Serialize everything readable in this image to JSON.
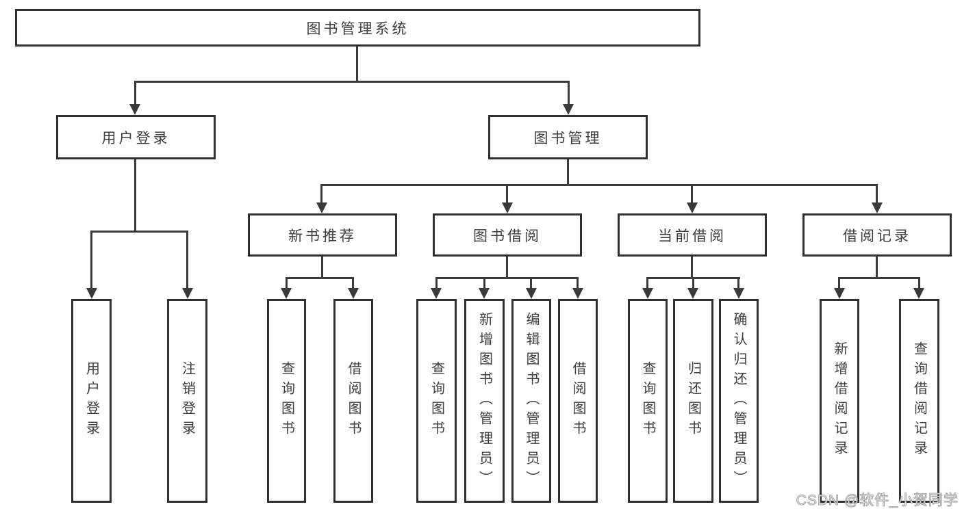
{
  "tree": {
    "root": "图书管理系统",
    "branches": [
      {
        "label": "用户登录",
        "children": [
          "用户登录",
          "注销登录"
        ]
      },
      {
        "label": "图书管理",
        "modules": [
          {
            "label": "新书推荐",
            "children": [
              "查询图书",
              "借阅图书"
            ]
          },
          {
            "label": "图书借阅",
            "children": [
              "查询图书",
              "新增图书（管理员）",
              "编辑图书（管理员）",
              "借阅图书"
            ]
          },
          {
            "label": "当前借阅",
            "children": [
              "查询图书",
              "归还图书",
              "确认归还（管理员）"
            ]
          },
          {
            "label": "借阅记录",
            "children": [
              "新增借阅记录",
              "查询借阅记录"
            ]
          }
        ]
      }
    ]
  },
  "watermark": "CSDN @软件_小贺同学",
  "colors": {
    "background": "#ffffff",
    "box_fill": "#ffffff",
    "box_border": "#2f2f2f",
    "line": "#3a3a3a",
    "text": "#3d3d3d",
    "watermark_text": "#c8c8c8"
  }
}
